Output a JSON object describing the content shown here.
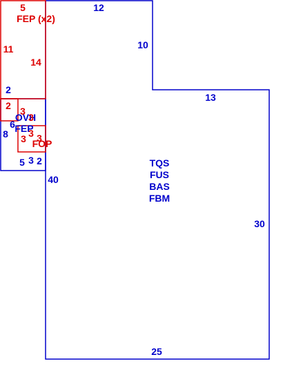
{
  "colors": {
    "main": "#0000cc",
    "addition": "#dd0000",
    "background": "#ffffff"
  },
  "main_building": {
    "codes": [
      "TQS",
      "FUS",
      "BAS",
      "FBM"
    ],
    "dims": {
      "top": "12",
      "step_side": "10",
      "step_top": "13",
      "right": "30",
      "bottom": "25",
      "left": "40"
    }
  },
  "left_wing": {
    "dims": {
      "left": "2",
      "left_lower": "8",
      "bottom_a": "5",
      "bottom_b": "3",
      "bottom_c": "2",
      "inner": "6"
    },
    "codes": [
      "OVH",
      "FEP"
    ]
  },
  "porch_upper": {
    "label": "FEP (x2)",
    "dims": {
      "top": "5",
      "left": "11",
      "right": "14"
    }
  },
  "porch_lower": {
    "dims": {
      "left": "2",
      "a": "3",
      "b": "3",
      "c": "3",
      "d": "3",
      "e": "3"
    }
  },
  "porch_small": {
    "label": "FOP"
  }
}
